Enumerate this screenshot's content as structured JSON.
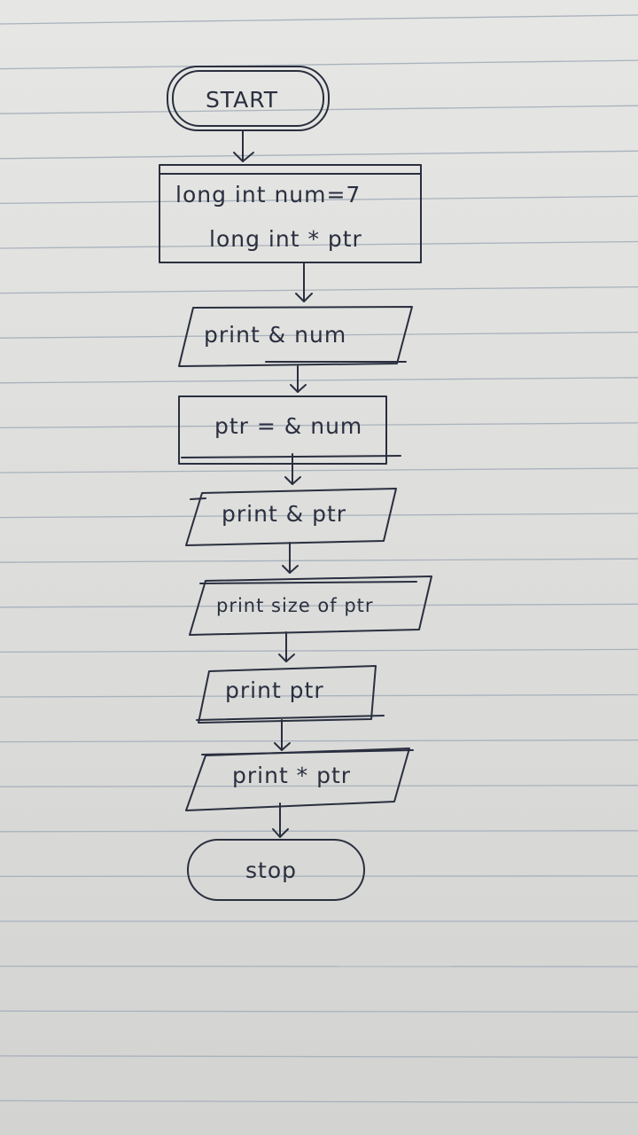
{
  "flowchart": {
    "start": "START",
    "declarations": [
      "long int num=7",
      "long int * ptr"
    ],
    "print_addr_num": "print & num",
    "assign": "ptr = & num",
    "print_addr_ptr": "print & ptr",
    "print_size_ptr": "print size of ptr",
    "print_ptr": "print ptr",
    "print_deref_ptr": "print * ptr",
    "stop": "stop"
  }
}
